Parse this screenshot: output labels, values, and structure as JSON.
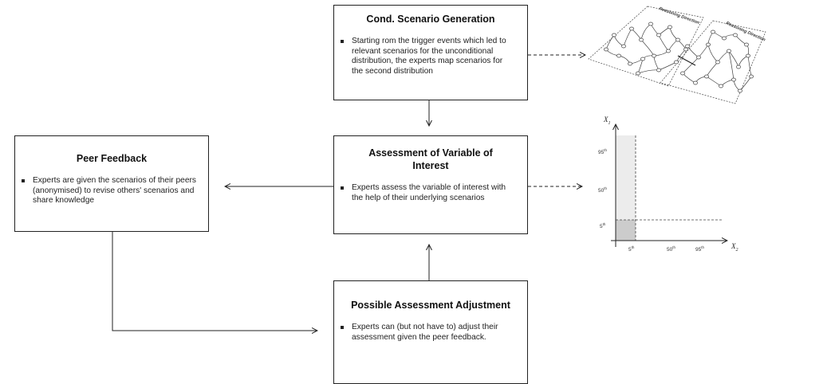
{
  "boxes": {
    "cond": {
      "title": "Cond. Scenario Generation",
      "bullet": "Starting rom the trigger events which led to relevant scenarios for the unconditional distribution, the experts map scenarios for the second distribution"
    },
    "assess": {
      "title": "Assessment of Variable of Interest",
      "bullet": "Experts assess the variable of interest with the help of their underlying scenarios"
    },
    "peer": {
      "title": "Peer Feedback",
      "bullet": "Experts are given the scenarios of their peers (anonymised) to revise others' scenarios and share knowledge"
    },
    "adjust": {
      "title": "Possible Assessment Adjustment",
      "bullet": "Experts can (but not have to) adjust their assessment given the peer feedback."
    }
  },
  "network": {
    "lane_label_1": "Reasoning Direction",
    "lane_label_2": "Reasoning Direction"
  },
  "plot": {
    "x_axis": "X",
    "x_axis_sub": "2",
    "y_axis": "X",
    "y_axis_sub": "1",
    "x_ticks": [
      {
        "num": "5",
        "sup": "th"
      },
      {
        "num": "50",
        "sup": "th"
      },
      {
        "num": "95",
        "sup": "th"
      }
    ],
    "y_ticks": [
      {
        "num": "95",
        "sup": "th"
      },
      {
        "num": "50",
        "sup": "th"
      },
      {
        "num": "5",
        "sup": "th"
      }
    ]
  },
  "colors": {
    "line": "#222222",
    "shade_light": "#ececec",
    "shade_dark": "#cccccc"
  }
}
